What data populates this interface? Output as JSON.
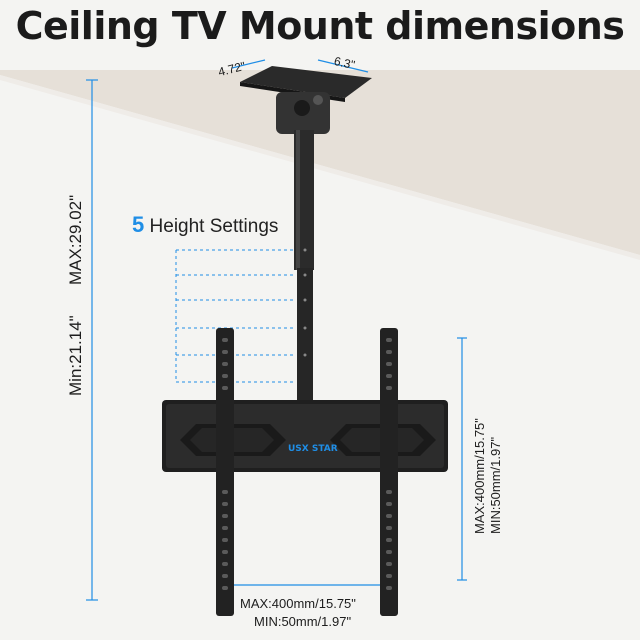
{
  "title": "Ceiling TV Mount dimensions",
  "height_settings": {
    "count": "5",
    "label": "Height Settings"
  },
  "plate_dims": {
    "depth": "4.72\"",
    "width": "6.3\""
  },
  "height_dims": {
    "max": "MAX:29.02\"",
    "min": "Min:21.14\""
  },
  "vertical_dims": {
    "max": "MAX:400mm/15.75\"",
    "min": "MIN:50mm/1.97\""
  },
  "horizontal_dims": {
    "max": "MAX:400mm/15.75\"",
    "min": "MIN:50mm/1.97\""
  },
  "brand": "USX STAR",
  "colors": {
    "accent": "#1f8ee6",
    "ceiling": "#e8e3dc",
    "wall": "#f4f4f2",
    "metal": "#2b2b2b"
  }
}
